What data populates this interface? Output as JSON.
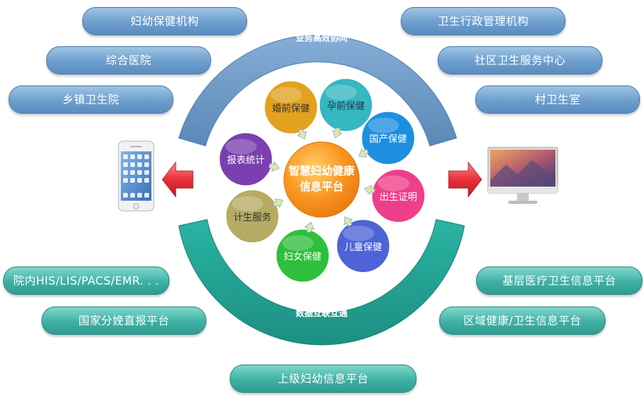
{
  "arc_top_label": "业务高效协同",
  "arc_bottom_label": "数据互联互通",
  "center": {
    "line1": "智慧妇幼健康",
    "line2": "信息平台"
  },
  "services": [
    {
      "id": "hunqian",
      "label": "婚前保健",
      "color": "#e2a21f"
    },
    {
      "id": "yunqian",
      "label": "孕前保健",
      "color": "#36b7c2"
    },
    {
      "id": "chanqian",
      "label": "国产保健",
      "color": "#1e8fe0"
    },
    {
      "id": "chusheng",
      "label": "出生证明",
      "color": "#ee3f8a"
    },
    {
      "id": "ertong",
      "label": "儿童保健",
      "color": "#4d63d6"
    },
    {
      "id": "funv",
      "label": "妇女保健",
      "color": "#2fbf3c"
    },
    {
      "id": "jisheng",
      "label": "计生服务",
      "color": "#b5ab62"
    },
    {
      "id": "baobiao",
      "label": "报表统计",
      "color": "#7b3fb0"
    }
  ],
  "left_top": [
    "妇幼保健机构",
    "综合医院",
    "乡镇卫生院"
  ],
  "right_top": [
    "卫生行政管理机构",
    "社区卫生服务中心",
    "村卫生室"
  ],
  "left_bottom": [
    "院内HIS/LIS/PACS/EMR. . .",
    "国家分娩直报平台"
  ],
  "right_bottom": [
    "基层医疗卫生信息平台",
    "区域健康/卫生信息平台"
  ],
  "bottom_center": "上级妇幼信息平台",
  "colors": {
    "blue_pill": "#6d9ecd",
    "teal_pill": "#3fb0a4",
    "top_arc": "#6b97c4",
    "bottom_arc": "#23a192",
    "arrow_red": "#e0303a"
  }
}
